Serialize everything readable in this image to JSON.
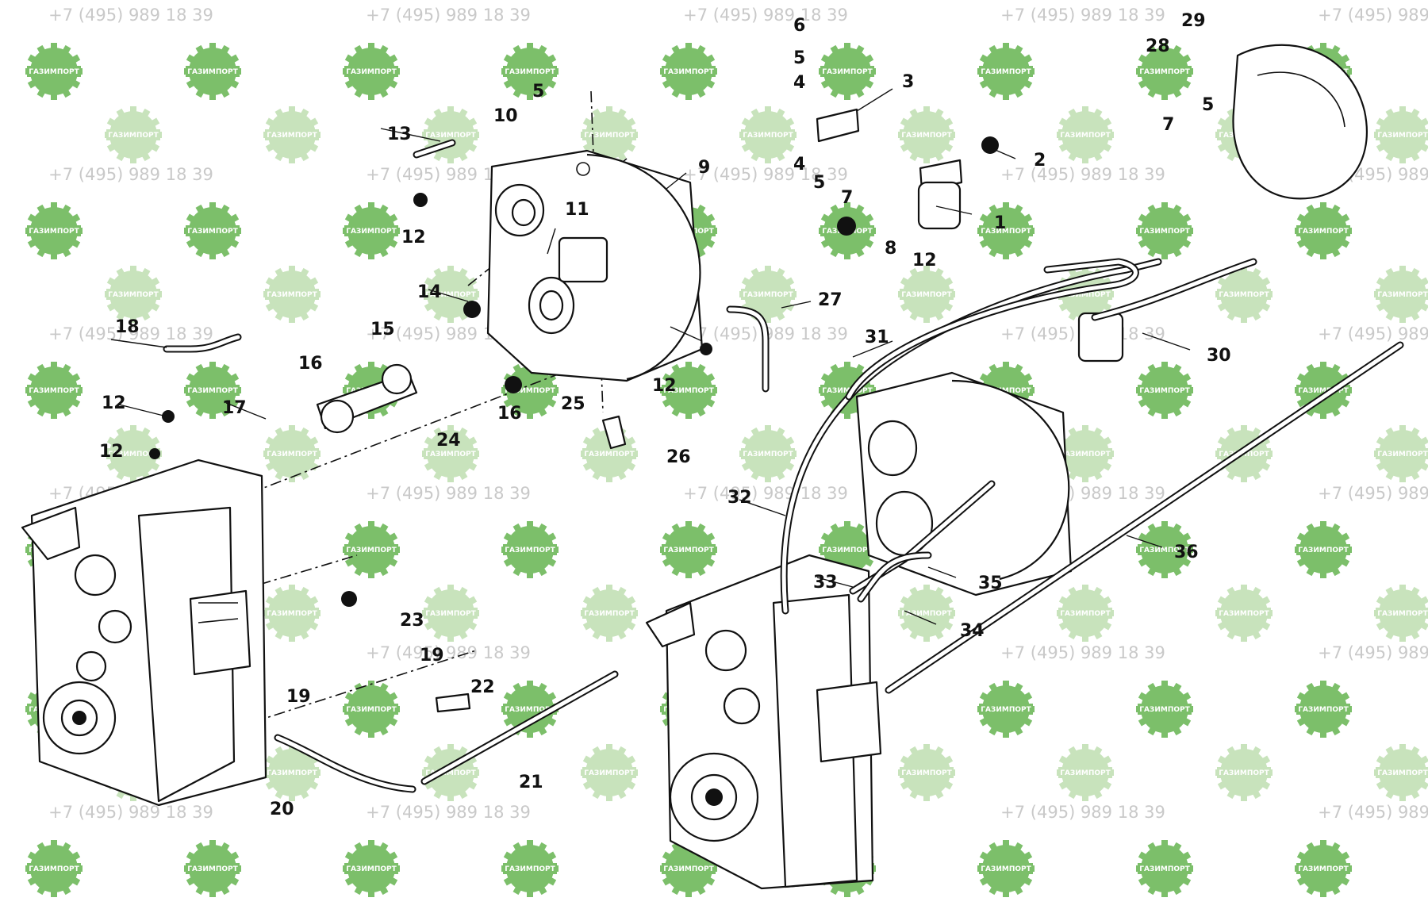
{
  "watermark": {
    "phone": "+7 (495) 989 18 39",
    "brand": "ГАЗИМПОРТ",
    "brand_color": "#7cbf6a",
    "brand_color_faint": "#c8e3bc"
  },
  "callouts": [
    "1",
    "2",
    "3",
    "4",
    "4",
    "5",
    "5",
    "5",
    "5",
    "6",
    "7",
    "7",
    "8",
    "9",
    "10",
    "11",
    "12",
    "12",
    "12",
    "12",
    "12",
    "13",
    "14",
    "15",
    "16",
    "16",
    "17",
    "18",
    "19",
    "19",
    "20",
    "21",
    "22",
    "23",
    "24",
    "25",
    "26",
    "27",
    "28",
    "29",
    "30",
    "31",
    "32",
    "33",
    "34",
    "35",
    "36"
  ]
}
